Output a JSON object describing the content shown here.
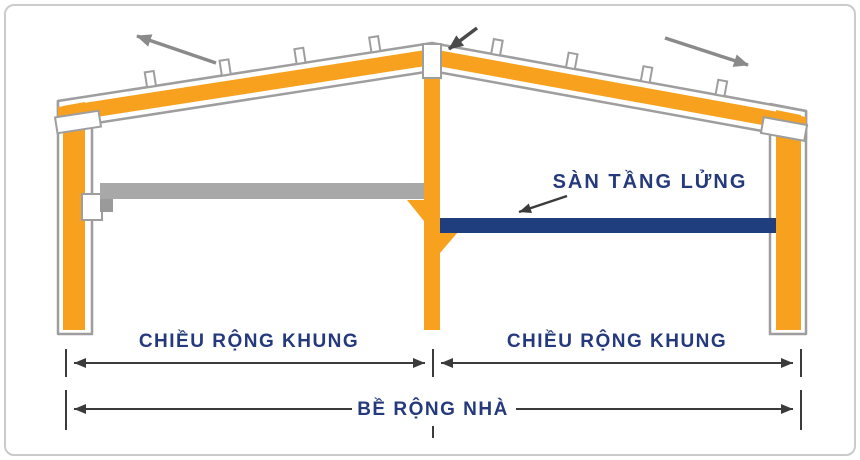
{
  "diagram": {
    "labels": {
      "mezzanine_floor": "SÀN TẦNG LỬNG",
      "frame_width_left": "CHIỀU RỘNG KHUNG",
      "frame_width_right": "CHIỀU RỘNG KHUNG",
      "building_width": "BỀ RỘNG NHÀ"
    },
    "colors": {
      "frame_orange": "#F7A11E",
      "outline_gray": "#9E9E9E",
      "mezzanine_gray_beam": "#A8A8A8",
      "mezzanine_blue_beam": "#1F3E7E",
      "label_navy": "#243A7C",
      "dimension_line": "#3B3B3B",
      "slope_arrow_gray": "#8A8A8A",
      "ridge_arrow_dark": "#4A4A4A",
      "panel_border": "#CBCBCB"
    }
  }
}
